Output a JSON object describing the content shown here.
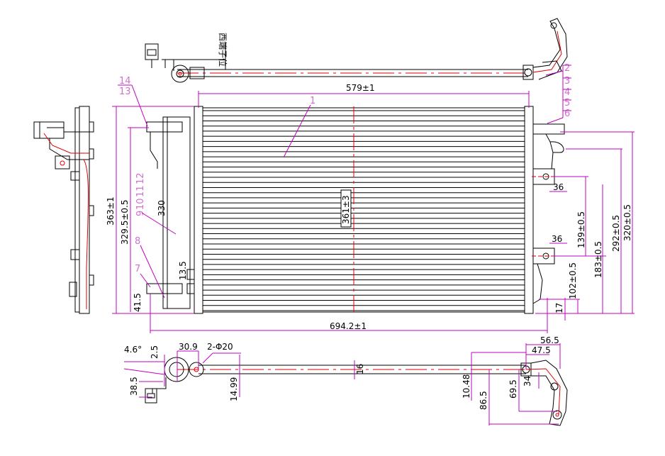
{
  "dimensions": {
    "top_width": "579±1",
    "bottom_width": "694.2±1",
    "overall_height": "363±1",
    "core_height": "361±3",
    "side_height": "329.5±0.5",
    "inner_330": "330",
    "d_139": "139±0.5",
    "d_183": "183±0.5",
    "d_102": "102±0.5",
    "d_292": "292±0.5",
    "d_320": "320±0.5",
    "d_36_top": "36",
    "d_36_bottom": "36",
    "d_41_5": "41.5",
    "d_13_5": "13.5",
    "d_17": "17",
    "angle": "4.6°",
    "d_2_5": "2.5",
    "d_30_9": "30.9",
    "holes": "2-Φ20",
    "d_38_5": "38.5",
    "d_14_99": "14.99",
    "d_16": "16",
    "d_56_5": "56.5",
    "d_47_5": "47.5",
    "d_10_48": "10.48",
    "d_69_5": "69.5",
    "d_86_5": "86.5",
    "d_34": "34"
  },
  "part_numbers": {
    "p1": "1",
    "p2": "2",
    "p3": "3",
    "p4": "4",
    "p5": "5",
    "p6": "6",
    "p7": "7",
    "p8": "8",
    "p9": "9",
    "p10": "10",
    "p11": "11",
    "p12": "12",
    "p13": "13",
    "p14": "14"
  },
  "note": "西端子位",
  "colors": {
    "dimension": "#c000c0",
    "centerline": "#e00000",
    "outline": "#000000",
    "callout": "#d070d0"
  }
}
